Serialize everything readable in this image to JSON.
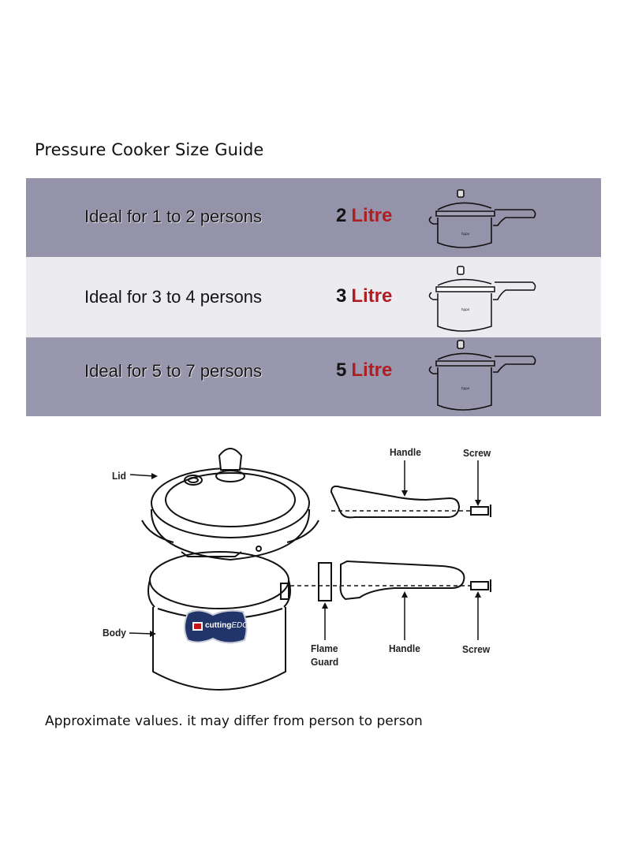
{
  "title": "Pressure Cooker Size Guide",
  "rows": [
    {
      "text": "Ideal for 1 to 2 persons",
      "size": "2",
      "unit": "Litre",
      "shade": "dark"
    },
    {
      "text": "Ideal for 3 to 4 persons",
      "size": "3",
      "unit": "Litre",
      "shade": "light"
    },
    {
      "text": "Ideal for 5 to 7 persons",
      "size": "5",
      "unit": "Litre",
      "shade": "dark"
    }
  ],
  "diagram": {
    "labels": {
      "lid": "Lid",
      "body": "Body",
      "handle_top": "Handle",
      "screw_top": "Screw",
      "flame_guard_1": "Flame",
      "flame_guard_2": "Guard",
      "handle_bottom": "Handle",
      "screw_bottom": "Screw"
    },
    "brand": {
      "mark": "CE",
      "name_a": "cutting",
      "name_b": "EDGE"
    }
  },
  "footer": "Approximate values. it may differ from person to person",
  "colors": {
    "band_dark": "#9593a9",
    "band_light": "#ecebf0",
    "accent_red": "#b01d22",
    "badge_blue": "#22356b"
  }
}
